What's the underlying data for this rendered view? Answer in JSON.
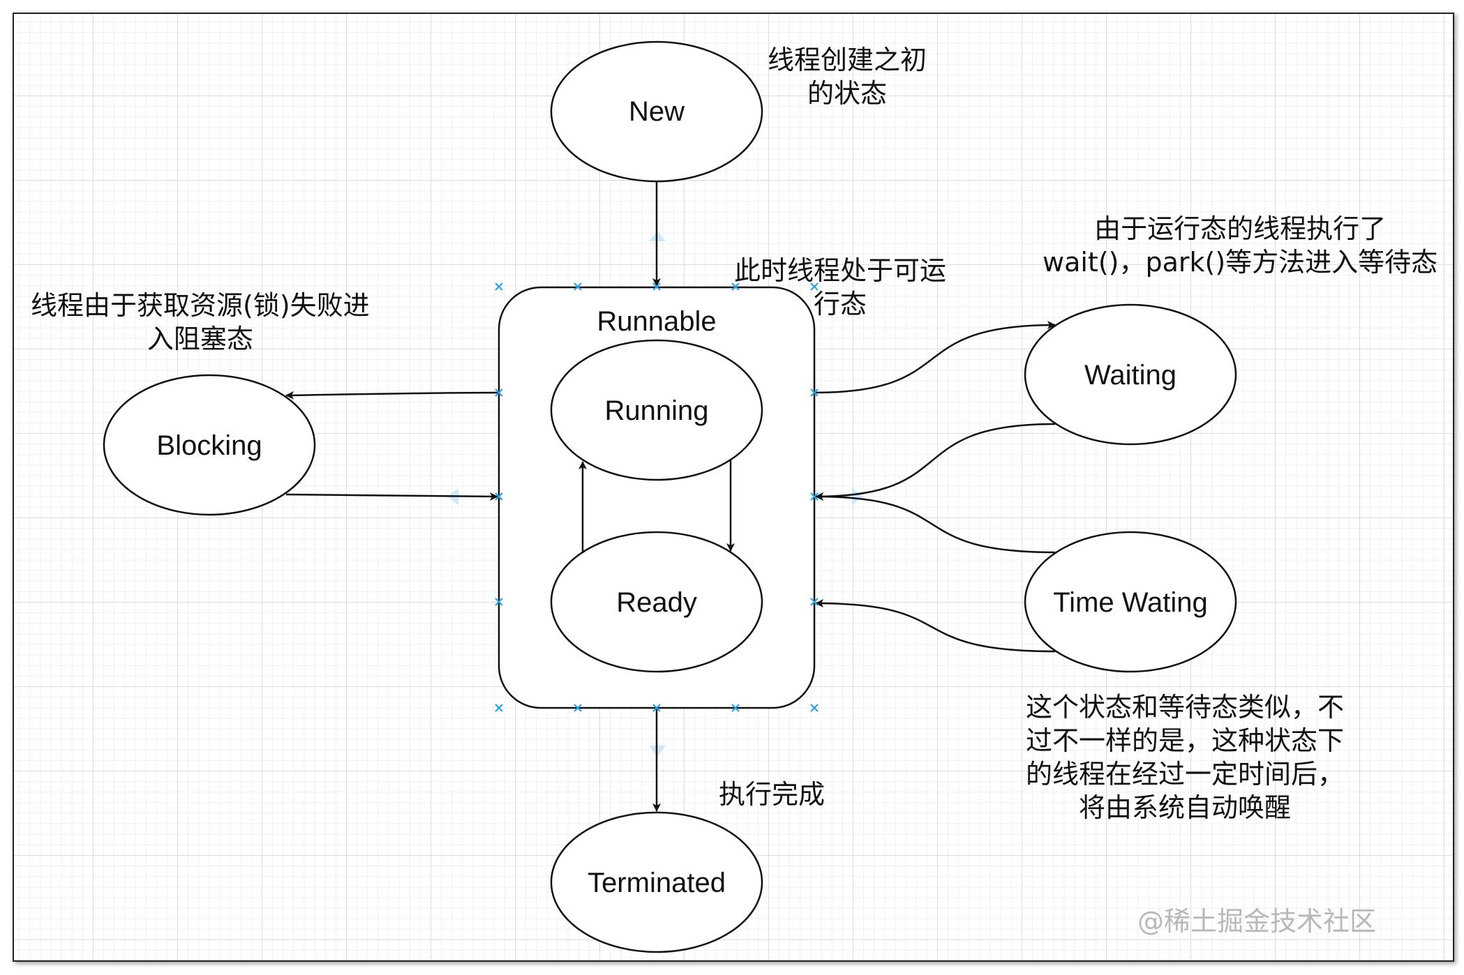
{
  "states": {
    "new": "New",
    "runnable": "Runnable",
    "running": "Running",
    "ready": "Ready",
    "blocking": "Blocking",
    "waiting": "Waiting",
    "time_waiting": "Time Wating",
    "terminated": "Terminated"
  },
  "notes": {
    "new": [
      "线程创建之初",
      "的状态"
    ],
    "runnable": [
      "此时线程处于可运",
      "行态"
    ],
    "blocking": [
      "线程由于获取资源(锁)失败进",
      "入阻塞态"
    ],
    "waiting": [
      "由于运行态的线程执行了",
      "wait()，park()等方法进入等待态"
    ],
    "time_waiting": [
      "这个状态和等待态类似，不",
      "过不一样的是，这种状态下",
      "的线程在经过一定时间后，",
      "将由系统自动唤醒"
    ],
    "terminated": [
      "执行完成"
    ]
  },
  "watermark": "@稀土掘金技术社区",
  "colors": {
    "stroke": "#111111",
    "selection_handle": "#2aa3e8",
    "grid": "#dcdcdc"
  }
}
